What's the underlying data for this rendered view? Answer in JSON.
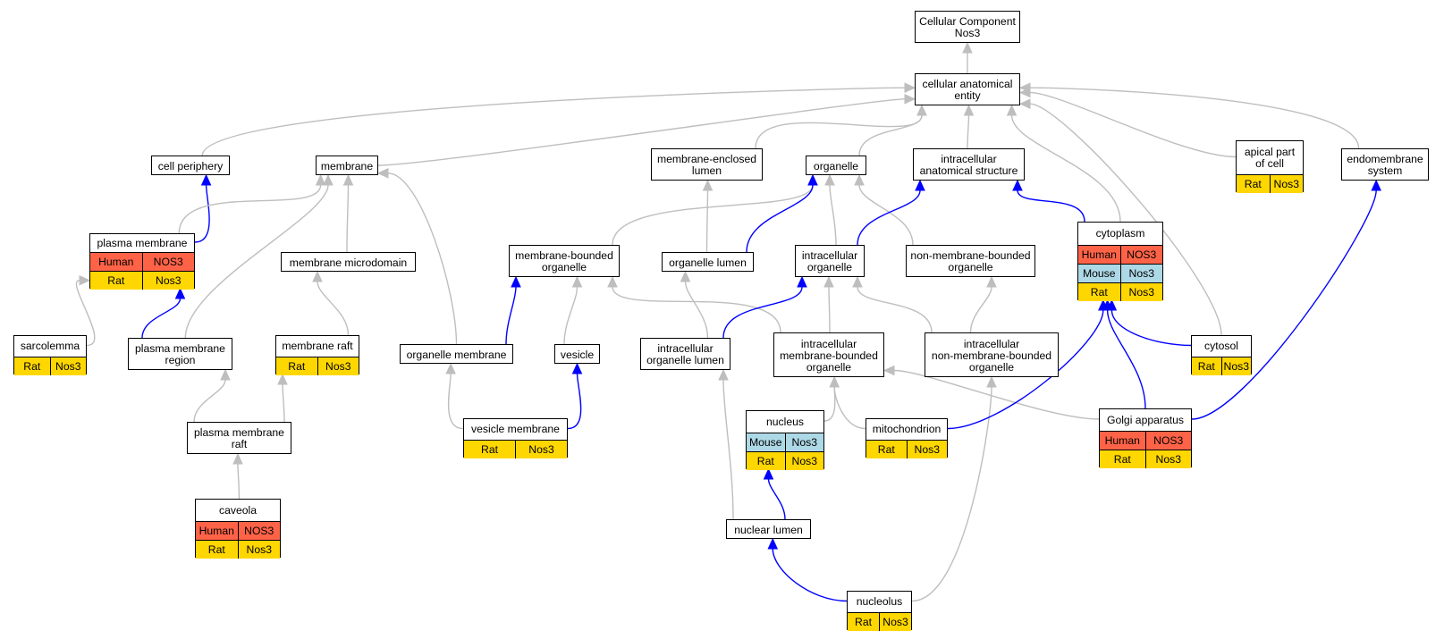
{
  "colors": {
    "Human": "#ff6347",
    "Mouse": "#add8e6",
    "Rat": "#ffd700",
    "edge_default": "#bebebe",
    "edge_highlight": "#0000ff"
  },
  "nodes": [
    {
      "id": "root",
      "label": "Cellular Component\nNos3",
      "annotations": []
    },
    {
      "id": "cae",
      "label": "cellular anatomical\nentity",
      "annotations": []
    },
    {
      "id": "cellper",
      "label": "cell periphery",
      "annotations": []
    },
    {
      "id": "membrane",
      "label": "membrane",
      "annotations": []
    },
    {
      "id": "mel",
      "label": "membrane-enclosed\nlumen",
      "annotations": []
    },
    {
      "id": "organelle",
      "label": "organelle",
      "annotations": []
    },
    {
      "id": "ias",
      "label": "intracellular\nanatomical structure",
      "annotations": []
    },
    {
      "id": "apical",
      "label": "apical part\nof cell",
      "annotations": [
        {
          "species": "Rat",
          "gene": "Nos3"
        }
      ]
    },
    {
      "id": "endo",
      "label": "endomembrane\nsystem",
      "annotations": []
    },
    {
      "id": "pm",
      "label": "plasma membrane",
      "annotations": [
        {
          "species": "Human",
          "gene": "NOS3"
        },
        {
          "species": "Rat",
          "gene": "Nos3"
        }
      ]
    },
    {
      "id": "mmd",
      "label": "membrane microdomain",
      "annotations": []
    },
    {
      "id": "mbo",
      "label": "membrane-bounded\norganelle",
      "annotations": []
    },
    {
      "id": "ol",
      "label": "organelle lumen",
      "annotations": []
    },
    {
      "id": "io",
      "label": "intracellular\norganelle",
      "annotations": []
    },
    {
      "id": "nmbo",
      "label": "non-membrane-bounded\norganelle",
      "annotations": []
    },
    {
      "id": "cyto",
      "label": "cytoplasm",
      "annotations": [
        {
          "species": "Human",
          "gene": "NOS3"
        },
        {
          "species": "Mouse",
          "gene": "Nos3"
        },
        {
          "species": "Rat",
          "gene": "Nos3"
        }
      ]
    },
    {
      "id": "sarco",
      "label": "sarcolemma",
      "annotations": [
        {
          "species": "Rat",
          "gene": "Nos3"
        }
      ]
    },
    {
      "id": "pmr",
      "label": "plasma membrane\nregion",
      "annotations": []
    },
    {
      "id": "mraft",
      "label": "membrane raft",
      "annotations": [
        {
          "species": "Rat",
          "gene": "Nos3"
        }
      ]
    },
    {
      "id": "om",
      "label": "organelle membrane",
      "annotations": []
    },
    {
      "id": "vesicle",
      "label": "vesicle",
      "annotations": []
    },
    {
      "id": "iol",
      "label": "intracellular\norganelle lumen",
      "annotations": []
    },
    {
      "id": "imbo",
      "label": "intracellular\nmembrane-bounded\norganelle",
      "annotations": []
    },
    {
      "id": "inmbo",
      "label": "intracellular\nnon-membrane-bounded\norganelle",
      "annotations": []
    },
    {
      "id": "cytosol",
      "label": "cytosol",
      "annotations": [
        {
          "species": "Rat",
          "gene": "Nos3"
        }
      ]
    },
    {
      "id": "pmraft",
      "label": "plasma membrane\nraft",
      "annotations": []
    },
    {
      "id": "vm",
      "label": "vesicle membrane",
      "annotations": [
        {
          "species": "Rat",
          "gene": "Nos3"
        }
      ]
    },
    {
      "id": "nucleus",
      "label": "nucleus",
      "annotations": [
        {
          "species": "Mouse",
          "gene": "Nos3"
        },
        {
          "species": "Rat",
          "gene": "Nos3"
        }
      ]
    },
    {
      "id": "mito",
      "label": "mitochondrion",
      "annotations": [
        {
          "species": "Rat",
          "gene": "Nos3"
        }
      ]
    },
    {
      "id": "golgi",
      "label": "Golgi apparatus",
      "annotations": [
        {
          "species": "Human",
          "gene": "NOS3"
        },
        {
          "species": "Rat",
          "gene": "Nos3"
        }
      ]
    },
    {
      "id": "caveola",
      "label": "caveola",
      "annotations": [
        {
          "species": "Human",
          "gene": "NOS3"
        },
        {
          "species": "Rat",
          "gene": "Nos3"
        }
      ]
    },
    {
      "id": "nl",
      "label": "nuclear lumen",
      "annotations": []
    },
    {
      "id": "nucleolus",
      "label": "nucleolus",
      "annotations": [
        {
          "species": "Rat",
          "gene": "Nos3"
        }
      ]
    }
  ],
  "edges": [
    {
      "from": "cae",
      "to": "root",
      "highlight": false
    },
    {
      "from": "cellper",
      "to": "cae",
      "highlight": false
    },
    {
      "from": "membrane",
      "to": "cae",
      "highlight": false
    },
    {
      "from": "mel",
      "to": "cae",
      "highlight": false
    },
    {
      "from": "organelle",
      "to": "cae",
      "highlight": false
    },
    {
      "from": "ias",
      "to": "cae",
      "highlight": false
    },
    {
      "from": "cyto",
      "to": "cae",
      "highlight": false
    },
    {
      "from": "cytosol",
      "to": "cae",
      "highlight": false
    },
    {
      "from": "apical",
      "to": "cae",
      "highlight": false
    },
    {
      "from": "endo",
      "to": "cae",
      "highlight": false
    },
    {
      "from": "pm",
      "to": "cellper",
      "highlight": true
    },
    {
      "from": "pm",
      "to": "membrane",
      "highlight": false
    },
    {
      "from": "pmr",
      "to": "membrane",
      "highlight": false
    },
    {
      "from": "mmd",
      "to": "membrane",
      "highlight": false
    },
    {
      "from": "om",
      "to": "membrane",
      "highlight": false
    },
    {
      "from": "mraft",
      "to": "mmd",
      "highlight": false
    },
    {
      "from": "sarco",
      "to": "pm",
      "highlight": false
    },
    {
      "from": "pmr",
      "to": "pm",
      "highlight": true
    },
    {
      "from": "pmraft",
      "to": "pmr",
      "highlight": false
    },
    {
      "from": "pmraft",
      "to": "mraft",
      "highlight": false
    },
    {
      "from": "caveola",
      "to": "pmraft",
      "highlight": false
    },
    {
      "from": "mbo",
      "to": "organelle",
      "highlight": false
    },
    {
      "from": "ol",
      "to": "organelle",
      "highlight": true
    },
    {
      "from": "io",
      "to": "organelle",
      "highlight": false
    },
    {
      "from": "nmbo",
      "to": "organelle",
      "highlight": false
    },
    {
      "from": "ol",
      "to": "mel",
      "highlight": false
    },
    {
      "from": "io",
      "to": "ias",
      "highlight": true
    },
    {
      "from": "cyto",
      "to": "ias",
      "highlight": true
    },
    {
      "from": "om",
      "to": "mbo",
      "highlight": true
    },
    {
      "from": "vesicle",
      "to": "mbo",
      "highlight": false
    },
    {
      "from": "imbo",
      "to": "mbo",
      "highlight": false
    },
    {
      "from": "vm",
      "to": "om",
      "highlight": false
    },
    {
      "from": "vm",
      "to": "vesicle",
      "highlight": true
    },
    {
      "from": "iol",
      "to": "ol",
      "highlight": false
    },
    {
      "from": "iol",
      "to": "io",
      "highlight": true
    },
    {
      "from": "imbo",
      "to": "io",
      "highlight": false
    },
    {
      "from": "inmbo",
      "to": "io",
      "highlight": false
    },
    {
      "from": "inmbo",
      "to": "nmbo",
      "highlight": false
    },
    {
      "from": "nucleus",
      "to": "imbo",
      "highlight": false
    },
    {
      "from": "mito",
      "to": "imbo",
      "highlight": false
    },
    {
      "from": "golgi",
      "to": "imbo",
      "highlight": false
    },
    {
      "from": "nl",
      "to": "iol",
      "highlight": false
    },
    {
      "from": "nl",
      "to": "nucleus",
      "highlight": true
    },
    {
      "from": "nucleolus",
      "to": "nl",
      "highlight": true
    },
    {
      "from": "nucleolus",
      "to": "inmbo",
      "highlight": false
    },
    {
      "from": "cytosol",
      "to": "cyto",
      "highlight": true
    },
    {
      "from": "mito",
      "to": "cyto",
      "highlight": true
    },
    {
      "from": "golgi",
      "to": "cyto",
      "highlight": true
    },
    {
      "from": "golgi",
      "to": "endo",
      "highlight": true
    }
  ]
}
